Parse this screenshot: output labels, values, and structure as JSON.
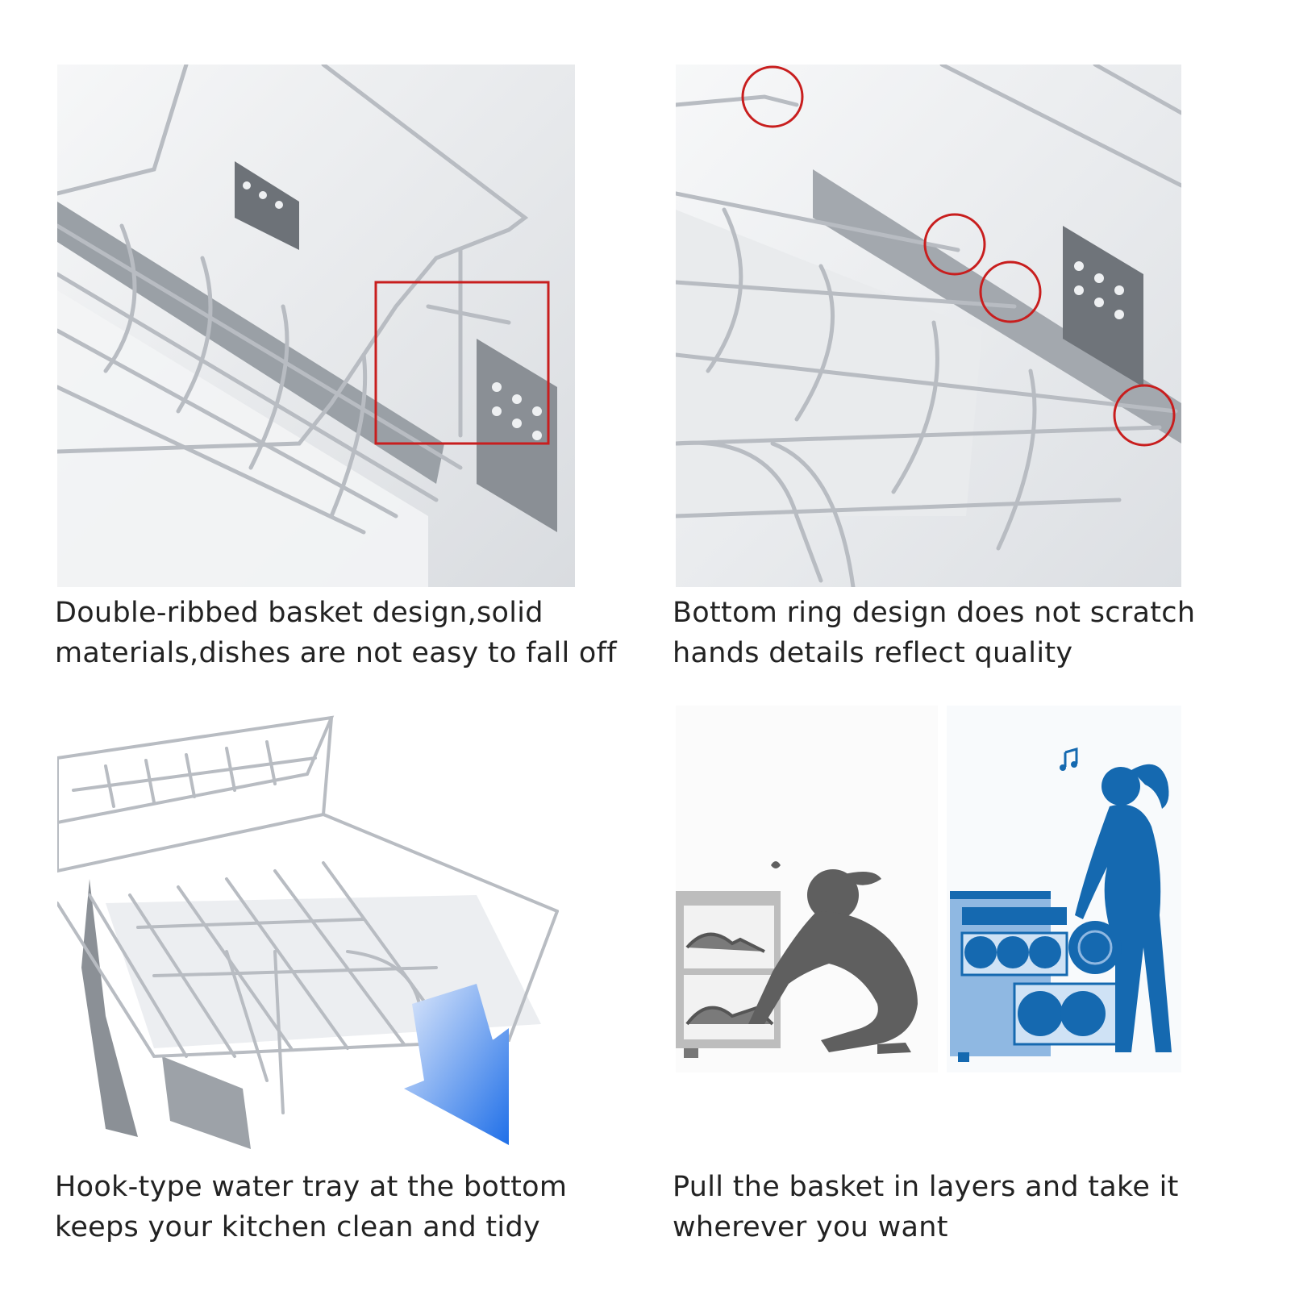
{
  "panels": [
    {
      "caption_line1": "Double-ribbed basket design,solid",
      "caption_line2": "materials,dishes are not easy to fall off"
    },
    {
      "caption_line1": "Bottom ring design does not scratch",
      "caption_line2": "hands details reflect quality"
    },
    {
      "caption_line1": "Hook-type water tray at the bottom",
      "caption_line2": "keeps your kitchen clean and tidy"
    },
    {
      "caption_line1": "Pull the basket in layers and take it",
      "caption_line2": "wherever you want"
    }
  ],
  "colors": {
    "highlight_red": "#c81e1e",
    "figure_blue": "#1569b0",
    "figure_gray": "#5f5f5f",
    "arrow_blue": "#1f6fe8",
    "wire_silver": "#b8bcc2"
  },
  "icons": [
    "music-note-icon",
    "blue-arrow-icon",
    "sweat-drop-icon"
  ]
}
